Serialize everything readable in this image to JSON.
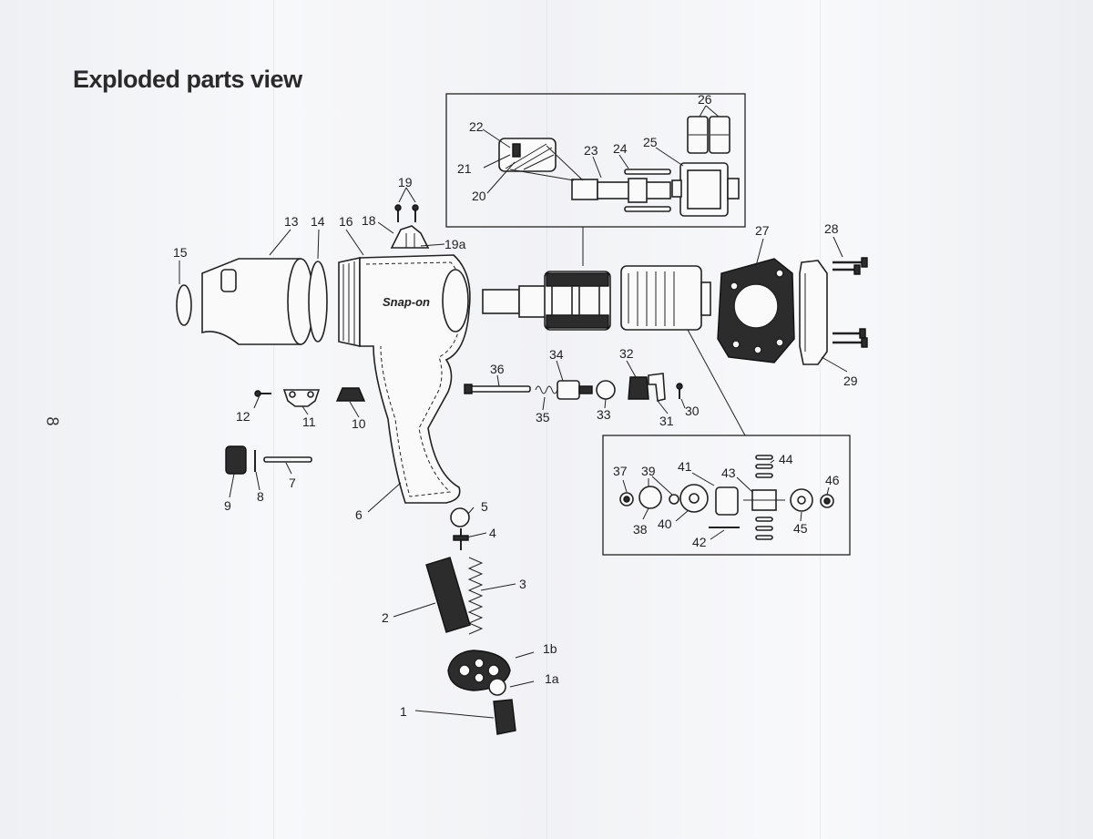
{
  "title": "Exploded parts view",
  "page_number": "8",
  "brand": "Snap-on",
  "labels": {
    "p1": "1",
    "p1a": "1a",
    "p1b": "1b",
    "p2": "2",
    "p3": "3",
    "p4": "4",
    "p5": "5",
    "p6": "6",
    "p7": "7",
    "p8": "8",
    "p9": "9",
    "p10": "10",
    "p11": "11",
    "p12": "12",
    "p13": "13",
    "p14": "14",
    "p15": "15",
    "p16": "16",
    "p18": "18",
    "p19": "19",
    "p19a": "19a",
    "p20": "20",
    "p21": "21",
    "p22": "22",
    "p23": "23",
    "p24": "24",
    "p25": "25",
    "p26": "26",
    "p27": "27",
    "p28": "28",
    "p29": "29",
    "p30": "30",
    "p31": "31",
    "p32": "32",
    "p33": "33",
    "p34": "34",
    "p35": "35",
    "p36": "36",
    "p37": "37",
    "p38": "38",
    "p39": "39",
    "p40": "40",
    "p41": "41",
    "p42": "42",
    "p43": "43",
    "p44": "44",
    "p45": "45",
    "p46": "46"
  }
}
